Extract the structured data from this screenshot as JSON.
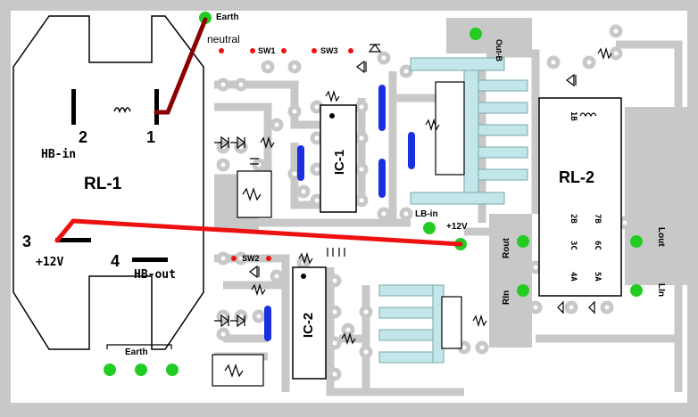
{
  "relay1": {
    "name": "RL-1",
    "pin1": "1",
    "pin2": "2",
    "pin3": "3",
    "pin4": "4",
    "hb_in": "HB-in",
    "hb_out": "HB-out",
    "plus12": "+12V"
  },
  "relay2": {
    "name": "RL-2",
    "pins": [
      "2B",
      "7B",
      "3C",
      "6C",
      "4A",
      "5A",
      "1B"
    ]
  },
  "ics": {
    "ic1": "IC-1",
    "ic2": "IC-2"
  },
  "labels": {
    "earth_top": "Earth",
    "neutral": "neutral",
    "sw1": "SW1",
    "sw3": "SW3",
    "sw2": "SW2",
    "out_b": "Out-B",
    "lb_in": "LB-in",
    "plus12_right": "+12V",
    "rout": "Rout",
    "rin": "RIn",
    "lout": "Lout",
    "lin": "LIn",
    "earth_bottom": "Earth"
  },
  "colors": {
    "background": "#c8c8c8",
    "board": "#ffffff",
    "pad": "#c8c8c8",
    "green_pad": "#22cc22",
    "blue_cap": "#1a2fe0",
    "red_wire": "#ee1111",
    "brown_wire": "#8b0000",
    "heatsink": "#c2e6ea"
  }
}
